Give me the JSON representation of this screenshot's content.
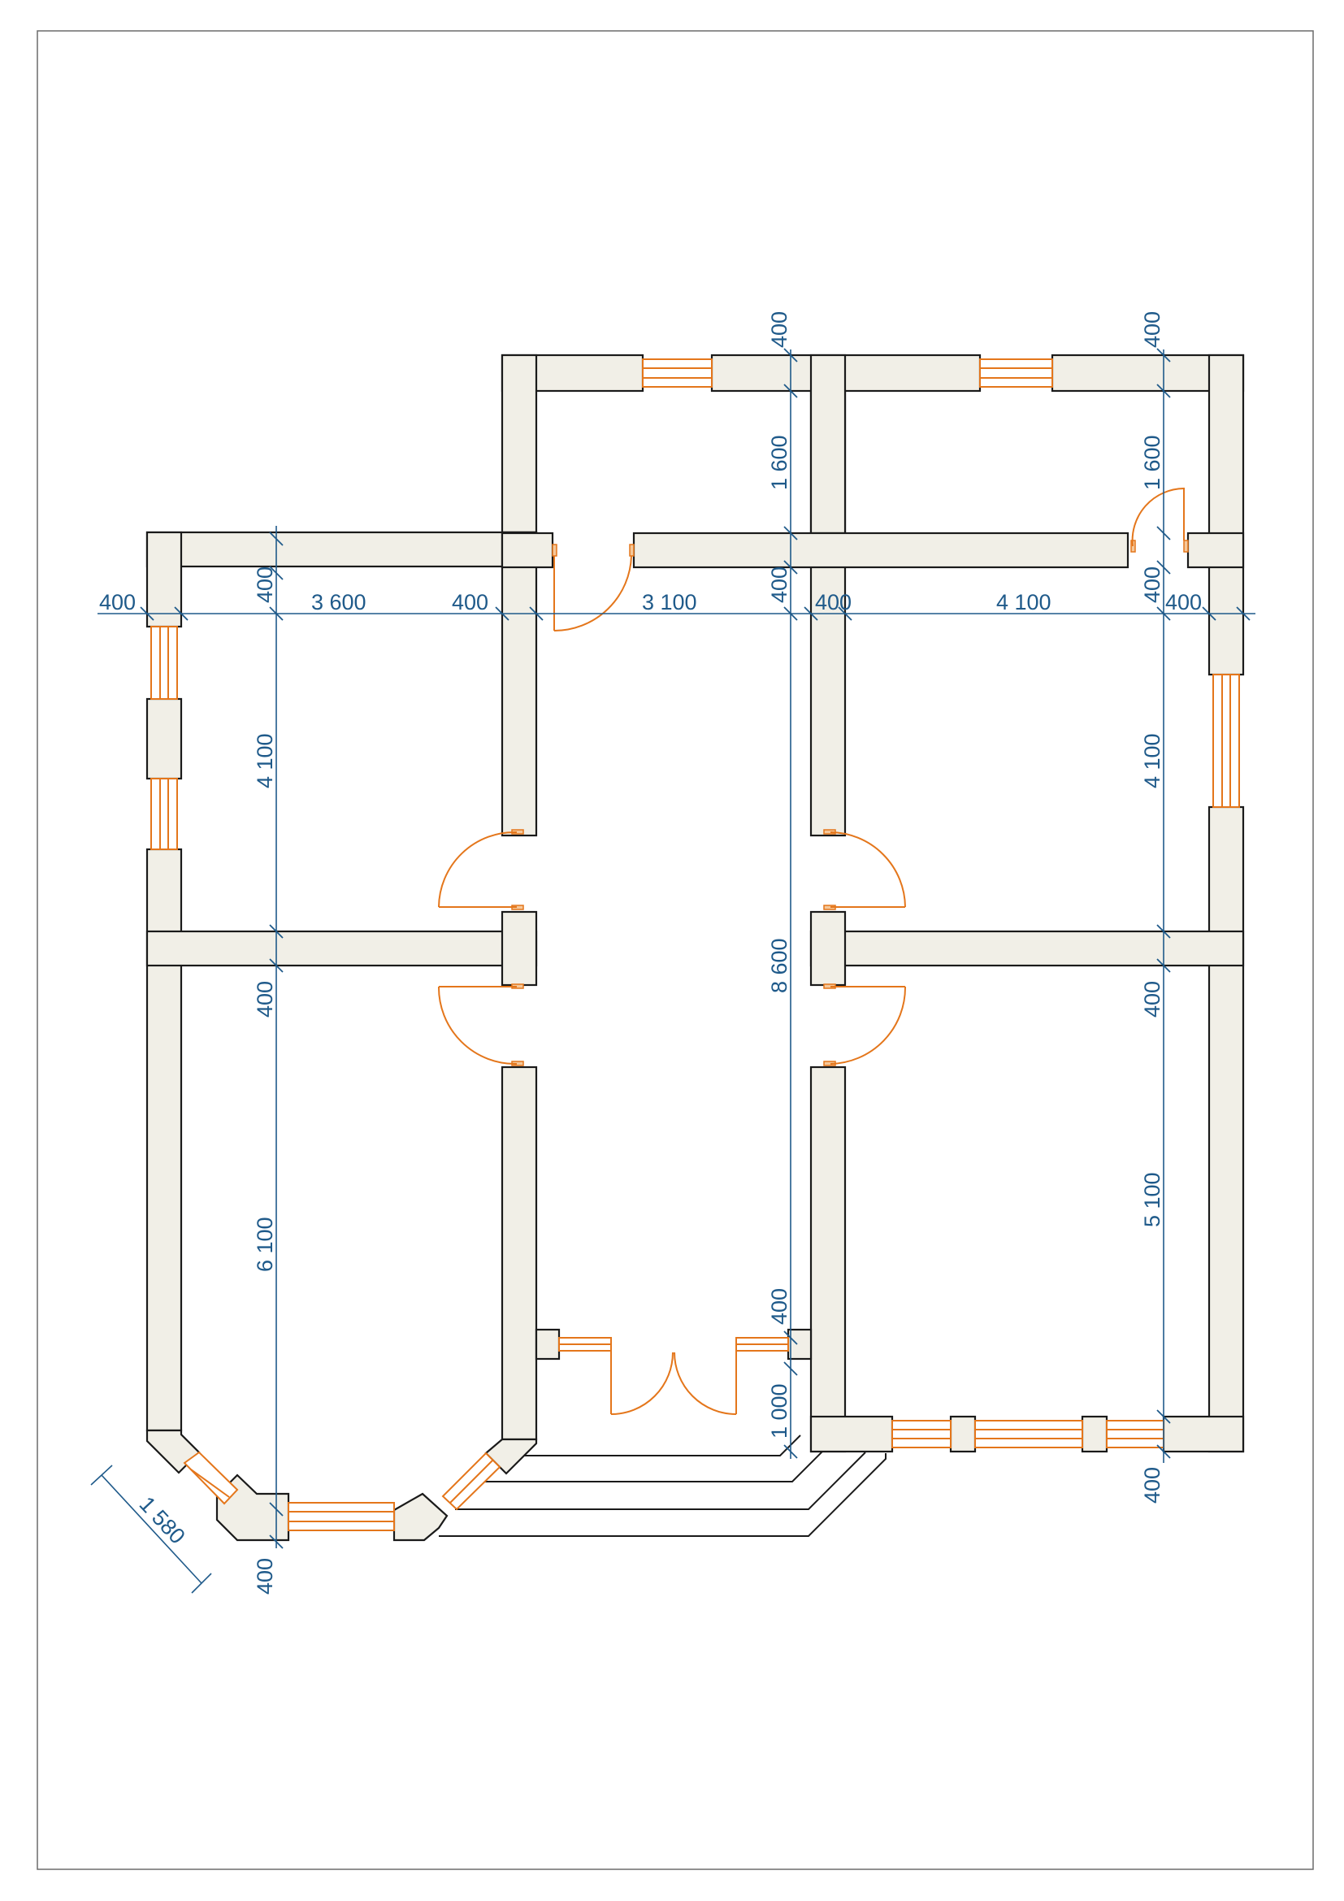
{
  "plan": {
    "dimensions": {
      "top_left_400": "400",
      "top_right_400": "400",
      "top_1600_a": "1 600",
      "top_1600_b": "1 600",
      "row_400_a": "400",
      "row_3600": "3 600",
      "row_400_b": "400",
      "row_3100": "3 100",
      "row_400_c": "400",
      "row_400_d": "400",
      "row_4100": "4 100",
      "row_400_e": "400",
      "row_400_f": "400",
      "left_4100": "4 100",
      "left_400": "400",
      "left_6100": "6 100",
      "left_bottom_400": "400",
      "center_8600": "8 600",
      "center_400": "400",
      "center_1000": "1 000",
      "right_4100": "4 100",
      "right_400": "400",
      "right_5100": "5 100",
      "right_bottom_400": "400",
      "diagonal_1580": "1 580"
    }
  }
}
